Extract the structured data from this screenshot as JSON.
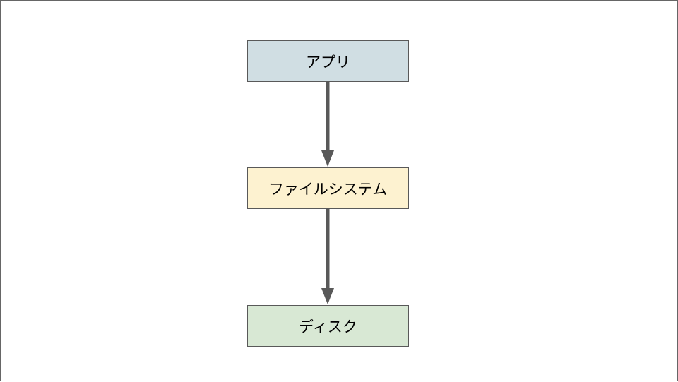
{
  "diagram": {
    "nodes": [
      {
        "id": "app",
        "label": "アプリ",
        "fill": "#d0dee3"
      },
      {
        "id": "filesystem",
        "label": "ファイルシステム",
        "fill": "#fdf2d0"
      },
      {
        "id": "disk",
        "label": "ディスク",
        "fill": "#d8e8d4"
      }
    ],
    "edges": [
      {
        "from": "app",
        "to": "filesystem"
      },
      {
        "from": "filesystem",
        "to": "disk"
      }
    ],
    "arrow_color": "#595959"
  }
}
